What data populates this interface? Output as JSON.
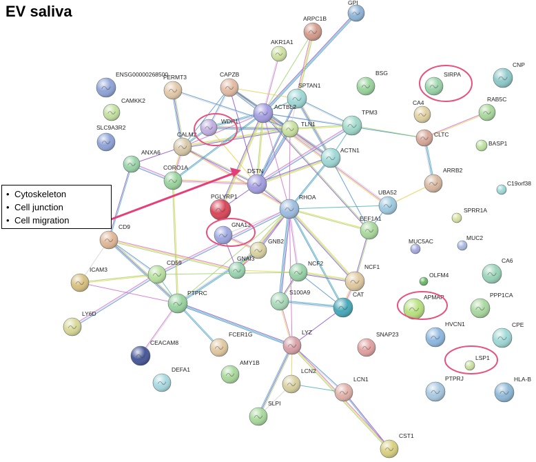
{
  "title": "EV saliva",
  "legend": [
    "Cytoskeleton",
    "Cell junction",
    "Cell migration"
  ],
  "colors": {
    "highlight": "#e8507d",
    "arrow": "#e53f7a",
    "legend_border": "#000000"
  },
  "nodes": [
    {
      "id": "GPI",
      "color": "#8fb4d6"
    },
    {
      "id": "ARPC1B",
      "color": "#d39b8c"
    },
    {
      "id": "AKR1A1",
      "color": "#cfe0a0"
    },
    {
      "id": "ENSG00000268500",
      "color": "#8fa3d6"
    },
    {
      "id": "FERMT3",
      "color": "#e2c8a8"
    },
    {
      "id": "CAPZB",
      "color": "#e2bba3"
    },
    {
      "id": "SPTAN1",
      "color": "#9fd8d6"
    },
    {
      "id": "BSG",
      "color": "#9ad39c"
    },
    {
      "id": "SIRPA",
      "color": "#9ad3a8"
    },
    {
      "id": "CNP",
      "color": "#8fc9c9"
    },
    {
      "id": "CAMKK2",
      "color": "#c3e0a0"
    },
    {
      "id": "WDR1",
      "color": "#c0b0e0"
    },
    {
      "id": "ACTBL2",
      "color": "#a49ee0"
    },
    {
      "id": "TPM3",
      "color": "#9fd8c9"
    },
    {
      "id": "CA4",
      "color": "#e0d0a0"
    },
    {
      "id": "RAB5C",
      "color": "#a9d89c"
    },
    {
      "id": "SLC9A3R2",
      "color": "#8fa3d6"
    },
    {
      "id": "CALM2",
      "color": "#d8c8a8"
    },
    {
      "id": "TLN1",
      "color": "#c9e0a0"
    },
    {
      "id": "CLTC",
      "color": "#d8a898"
    },
    {
      "id": "ANXA6",
      "color": "#9ad3a8"
    },
    {
      "id": "ACTN1",
      "color": "#9fd8d6"
    },
    {
      "id": "BASP1",
      "color": "#bde0a0"
    },
    {
      "id": "CORO1A",
      "color": "#9ad39c"
    },
    {
      "id": "DSTN",
      "color": "#a49ee0"
    },
    {
      "id": "ARRB2",
      "color": "#d8b8a0"
    },
    {
      "id": "C19orf38",
      "color": "#9fd8d6"
    },
    {
      "id": "PGLYRP1",
      "color": "#d8485a"
    },
    {
      "id": "RHOA",
      "color": "#9fbde0"
    },
    {
      "id": "UBA52",
      "color": "#9fc9e0"
    },
    {
      "id": "SPRR1A",
      "color": "#d8e0a0"
    },
    {
      "id": "CD9",
      "color": "#e0b898"
    },
    {
      "id": "GNA13",
      "color": "#9fa8e0"
    },
    {
      "id": "EEF1A1",
      "color": "#a9d89c"
    },
    {
      "id": "GNB2",
      "color": "#d8d0a0"
    },
    {
      "id": "MUC5AC",
      "color": "#a9a8e0"
    },
    {
      "id": "MUC2",
      "color": "#a9b8e0"
    },
    {
      "id": "GNAI3",
      "color": "#9ad3b0"
    },
    {
      "id": "CD59",
      "color": "#b8e0a0"
    },
    {
      "id": "NCF2",
      "color": "#9ad3a8"
    },
    {
      "id": "NCF1",
      "color": "#e0c8a0"
    },
    {
      "id": "CA6",
      "color": "#9ad3b8"
    },
    {
      "id": "ICAM3",
      "color": "#d8c080"
    },
    {
      "id": "OLFM4",
      "color": "#6ab86a"
    },
    {
      "id": "S100A9",
      "color": "#a9d8b8"
    },
    {
      "id": "CAT",
      "color": "#48a8b8"
    },
    {
      "id": "APMAP",
      "color": "#b8e080"
    },
    {
      "id": "PPP1CA",
      "color": "#a9d8a0"
    },
    {
      "id": "PTPRC",
      "color": "#9ad3a0"
    },
    {
      "id": "HVCN1",
      "color": "#8fb8e0"
    },
    {
      "id": "CPE",
      "color": "#9fd8d6"
    },
    {
      "id": "LY6D",
      "color": "#d8d898"
    },
    {
      "id": "LYZ",
      "color": "#d8a0a8"
    },
    {
      "id": "FCER1G",
      "color": "#e0c8a0"
    },
    {
      "id": "SNAP23",
      "color": "#e0a0a0"
    },
    {
      "id": "CEACAM8",
      "color": "#485898"
    },
    {
      "id": "LSP1",
      "color": "#c9e0a0"
    },
    {
      "id": "AMY1B",
      "color": "#a9d89c"
    },
    {
      "id": "DEFA1",
      "color": "#a9d8e0"
    },
    {
      "id": "LCN2",
      "color": "#d8d0a0"
    },
    {
      "id": "PTPRJ",
      "color": "#a9c8e0"
    },
    {
      "id": "HLA-B",
      "color": "#8fb8d6"
    },
    {
      "id": "LCN1",
      "color": "#e0b0a8"
    },
    {
      "id": "SLPI",
      "color": "#a9d89c"
    },
    {
      "id": "CST1",
      "color": "#d8d080"
    }
  ],
  "edges": [
    [
      "CALM2",
      "ACTBL2"
    ],
    [
      "CALM2",
      "WDR1"
    ],
    [
      "CALM2",
      "TLN1"
    ],
    [
      "CALM2",
      "CAPZB"
    ],
    [
      "CALM2",
      "DSTN"
    ],
    [
      "CALM2",
      "CORO1A"
    ],
    [
      "CALM2",
      "ANXA6"
    ],
    [
      "CALM2",
      "RHOA"
    ],
    [
      "WDR1",
      "ACTBL2"
    ],
    [
      "WDR1",
      "DSTN"
    ],
    [
      "WDR1",
      "CAPZB"
    ],
    [
      "WDR1",
      "TLN1"
    ],
    [
      "ACTBL2",
      "TPM3"
    ],
    [
      "ACTBL2",
      "TLN1"
    ],
    [
      "ACTBL2",
      "ACTN1"
    ],
    [
      "ACTBL2",
      "SPTAN1"
    ],
    [
      "ACTBL2",
      "DSTN"
    ],
    [
      "ACTBL2",
      "CAPZB"
    ],
    [
      "ACTBL2",
      "ARPC1B"
    ],
    [
      "ACTBL2",
      "AKR1A1"
    ],
    [
      "ACTBL2",
      "GPI"
    ],
    [
      "ACTBL2",
      "RHOA"
    ],
    [
      "ACTBL2",
      "CORO1A"
    ],
    [
      "ACTBL2",
      "PGLYRP1"
    ],
    [
      "ACTBL2",
      "CLTC"
    ],
    [
      "ACTBL2",
      "EEF1A1"
    ],
    [
      "ACTBL2",
      "UBA52"
    ],
    [
      "CAPZB",
      "DSTN"
    ],
    [
      "CAPZB",
      "TLN1"
    ],
    [
      "CAPZB",
      "ACTN1"
    ],
    [
      "CAPZB",
      "SPTAN1"
    ],
    [
      "SPTAN1",
      "TPM3"
    ],
    [
      "SPTAN1",
      "ACTN1"
    ],
    [
      "SPTAN1",
      "TLN1"
    ],
    [
      "SPTAN1",
      "DSTN"
    ],
    [
      "SPTAN1",
      "ARPC1B"
    ],
    [
      "TPM3",
      "ACTN1"
    ],
    [
      "TPM3",
      "TLN1"
    ],
    [
      "TPM3",
      "DSTN"
    ],
    [
      "TPM3",
      "CLTC"
    ],
    [
      "TLN1",
      "ACTN1"
    ],
    [
      "TLN1",
      "DSTN"
    ],
    [
      "TLN1",
      "RHOA"
    ],
    [
      "ACTN1",
      "RHOA"
    ],
    [
      "ACTN1",
      "DSTN"
    ],
    [
      "ACTN1",
      "EEF1A1"
    ],
    [
      "DSTN",
      "RHOA"
    ],
    [
      "DSTN",
      "CORO1A"
    ],
    [
      "DSTN",
      "PGLYRP1"
    ],
    [
      "CLTC",
      "RAB5C"
    ],
    [
      "CLTC",
      "ARRB2"
    ],
    [
      "ARRB2",
      "UBA52"
    ],
    [
      "FERMT3",
      "TLN1"
    ],
    [
      "FERMT3",
      "CALM2"
    ],
    [
      "RHOA",
      "GNA13"
    ],
    [
      "RHOA",
      "GNB2"
    ],
    [
      "RHOA",
      "GNAI3"
    ],
    [
      "RHOA",
      "UBA52"
    ],
    [
      "RHOA",
      "EEF1A1"
    ],
    [
      "RHOA",
      "CD59"
    ],
    [
      "RHOA",
      "PTPRC"
    ],
    [
      "RHOA",
      "NCF2"
    ],
    [
      "RHOA",
      "S100A9"
    ],
    [
      "RHOA",
      "LYZ"
    ],
    [
      "RHOA",
      "CAT"
    ],
    [
      "RHOA",
      "NCF1"
    ],
    [
      "UBA52",
      "EEF1A1"
    ],
    [
      "EEF1A1",
      "NCF1"
    ],
    [
      "GNA13",
      "GNB2"
    ],
    [
      "GNA13",
      "GNAI3"
    ],
    [
      "GNB2",
      "GNAI3"
    ],
    [
      "GNB2",
      "PTPRC"
    ],
    [
      "GNAI3",
      "NCF2"
    ],
    [
      "CD9",
      "CD59"
    ],
    [
      "CD9",
      "PTPRC"
    ],
    [
      "CD9",
      "ICAM3"
    ],
    [
      "CD9",
      "ANXA6"
    ],
    [
      "CD9",
      "GNAI3"
    ],
    [
      "CD59",
      "PTPRC"
    ],
    [
      "CD59",
      "ICAM3"
    ],
    [
      "CD59",
      "LY6D"
    ],
    [
      "CD59",
      "NCF2"
    ],
    [
      "PTPRC",
      "CEACAM8"
    ],
    [
      "PTPRC",
      "LYZ"
    ],
    [
      "PTPRC",
      "ICAM3"
    ],
    [
      "PTPRC",
      "FCER1G"
    ],
    [
      "NCF2",
      "NCF1"
    ],
    [
      "NCF2",
      "CAT"
    ],
    [
      "NCF2",
      "S100A9"
    ],
    [
      "NCF1",
      "CAT"
    ],
    [
      "CAT",
      "LYZ"
    ],
    [
      "S100A9",
      "LYZ"
    ],
    [
      "S100A9",
      "CAT"
    ],
    [
      "LYZ",
      "LCN2"
    ],
    [
      "LYZ",
      "LCN1"
    ],
    [
      "LYZ",
      "SLPI"
    ],
    [
      "LCN2",
      "SLPI"
    ],
    [
      "LCN1",
      "CST1"
    ],
    [
      "LYZ",
      "CST1"
    ],
    [
      "LCN2",
      "LCN1"
    ],
    [
      "CORO1A",
      "PTPRC"
    ],
    [
      "CORO1A",
      "ANXA6"
    ]
  ]
}
